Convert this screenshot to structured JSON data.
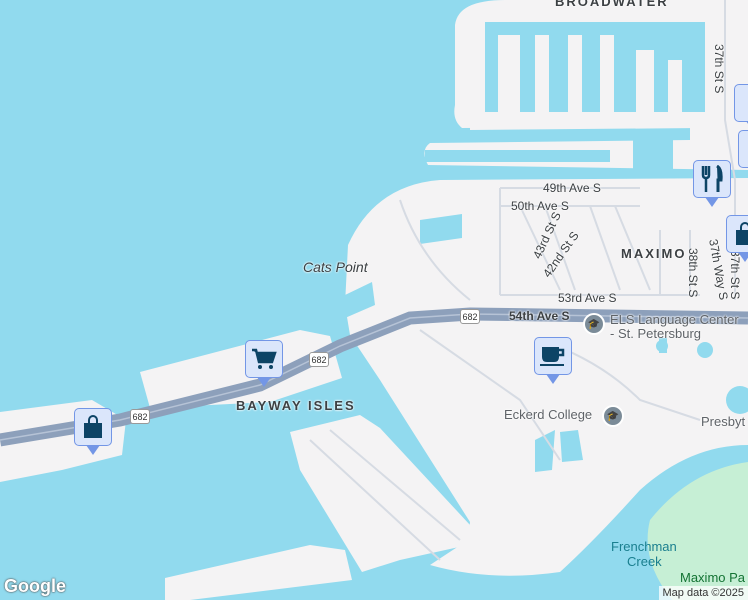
{
  "colors": {
    "water": "#91daee",
    "land": "#f4f3f4",
    "highway": "#8da0bb",
    "park": "#c6efd5",
    "marker_bg": "#dbe6fb",
    "marker_icon": "#0d4466"
  },
  "labels": {
    "broadwater": "BROADWATER",
    "st37_n": "37th St S",
    "ave49": "49th Ave S",
    "ave50": "50th Ave S",
    "st43": "43rd St S",
    "st42": "42nd St S",
    "maximo": "MAXIMO",
    "st38": "38th St S",
    "way37": "37th Way S",
    "st37_s": "37th St S",
    "ave53": "53rd Ave S",
    "ave54": "54th Ave S",
    "els_line1": "ELS Language Center",
    "els_line2": "- St. Petersburg",
    "cats_point": "Cats Point",
    "bayway_isles": "BAYWAY ISLES",
    "eckerd": "Eckerd College",
    "presbyt": "Presbyt",
    "frenchman_line1": "Frenchman",
    "frenchman_line2": "Creek",
    "maximo_park": "Maximo Pa"
  },
  "route_shields": [
    "682",
    "682",
    "682"
  ],
  "markers": [
    {
      "icon": "shopping-cart-icon",
      "type": "grocery"
    },
    {
      "icon": "shopping-bag-icon",
      "type": "shopping"
    },
    {
      "icon": "fork-knife-icon",
      "type": "restaurant"
    },
    {
      "icon": "coffee-cup-icon",
      "type": "cafe"
    },
    {
      "icon": "shopping-bag-icon",
      "type": "shopping"
    }
  ],
  "attribution": "Map data ©2025",
  "logo": "Google"
}
